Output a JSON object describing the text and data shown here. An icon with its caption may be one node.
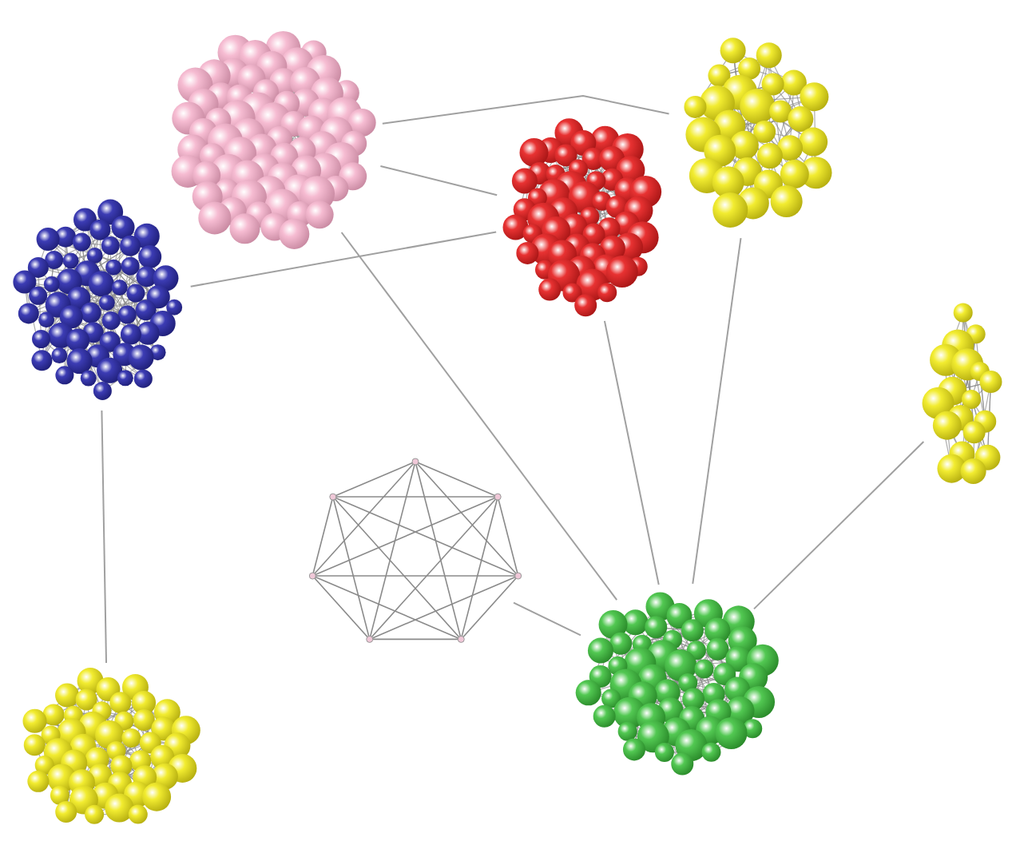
{
  "diagram": {
    "nodes": [
      {
        "text": [],
        "shape": "cluster"
      },
      {
        "text": [],
        "shape": "cluster"
      },
      {
        "text": [],
        "shape": "cluster"
      },
      {
        "text": [],
        "shape": "cluster"
      },
      {
        "text": [],
        "shape": "cluster"
      },
      {
        "text": [],
        "shape": "graph"
      },
      {
        "text": [],
        "shape": "cluster"
      },
      {
        "text": [],
        "shape": "cluster"
      }
    ],
    "edges": [
      {
        "from": 0,
        "to": 2,
        "arrow": "none"
      },
      {
        "from": 0,
        "to": 1,
        "arrow": "none"
      },
      {
        "from": 3,
        "to": 2,
        "arrow": "none"
      },
      {
        "from": 0,
        "to": 6,
        "arrow": "none"
      },
      {
        "from": 2,
        "to": 6,
        "arrow": "none"
      },
      {
        "from": 1,
        "to": 6,
        "arrow": "none"
      },
      {
        "from": 4,
        "to": 6,
        "arrow": "none"
      },
      {
        "from": 5,
        "to": 6,
        "arrow": "none"
      },
      {
        "from": 3,
        "to": 7,
        "arrow": "none"
      }
    ]
  }
}
